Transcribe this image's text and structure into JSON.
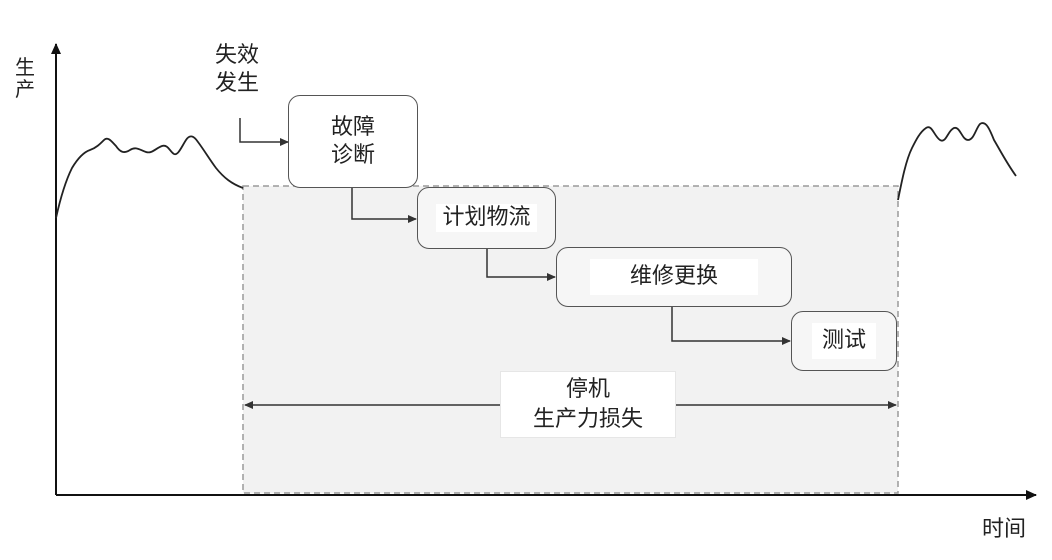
{
  "diagram": {
    "y_axis_label": "生产",
    "x_axis_label": "时间",
    "trigger_label": [
      "失效",
      "发生"
    ],
    "steps": [
      {
        "id": "diagnosis",
        "lines": [
          "故障",
          "诊断"
        ]
      },
      {
        "id": "logistics",
        "lines": [
          "计划物流"
        ]
      },
      {
        "id": "repair",
        "lines": [
          "维修更换"
        ]
      },
      {
        "id": "test",
        "lines": [
          "测试"
        ]
      }
    ],
    "downtime_label": [
      "停机",
      "生产力损失"
    ]
  },
  "colors": {
    "axis": "#111111",
    "curve": "#222222",
    "box_border": "#555555",
    "downtime_fill": "#f2f2f2",
    "downtime_border": "#9a9a9a",
    "arrow": "#333333"
  }
}
